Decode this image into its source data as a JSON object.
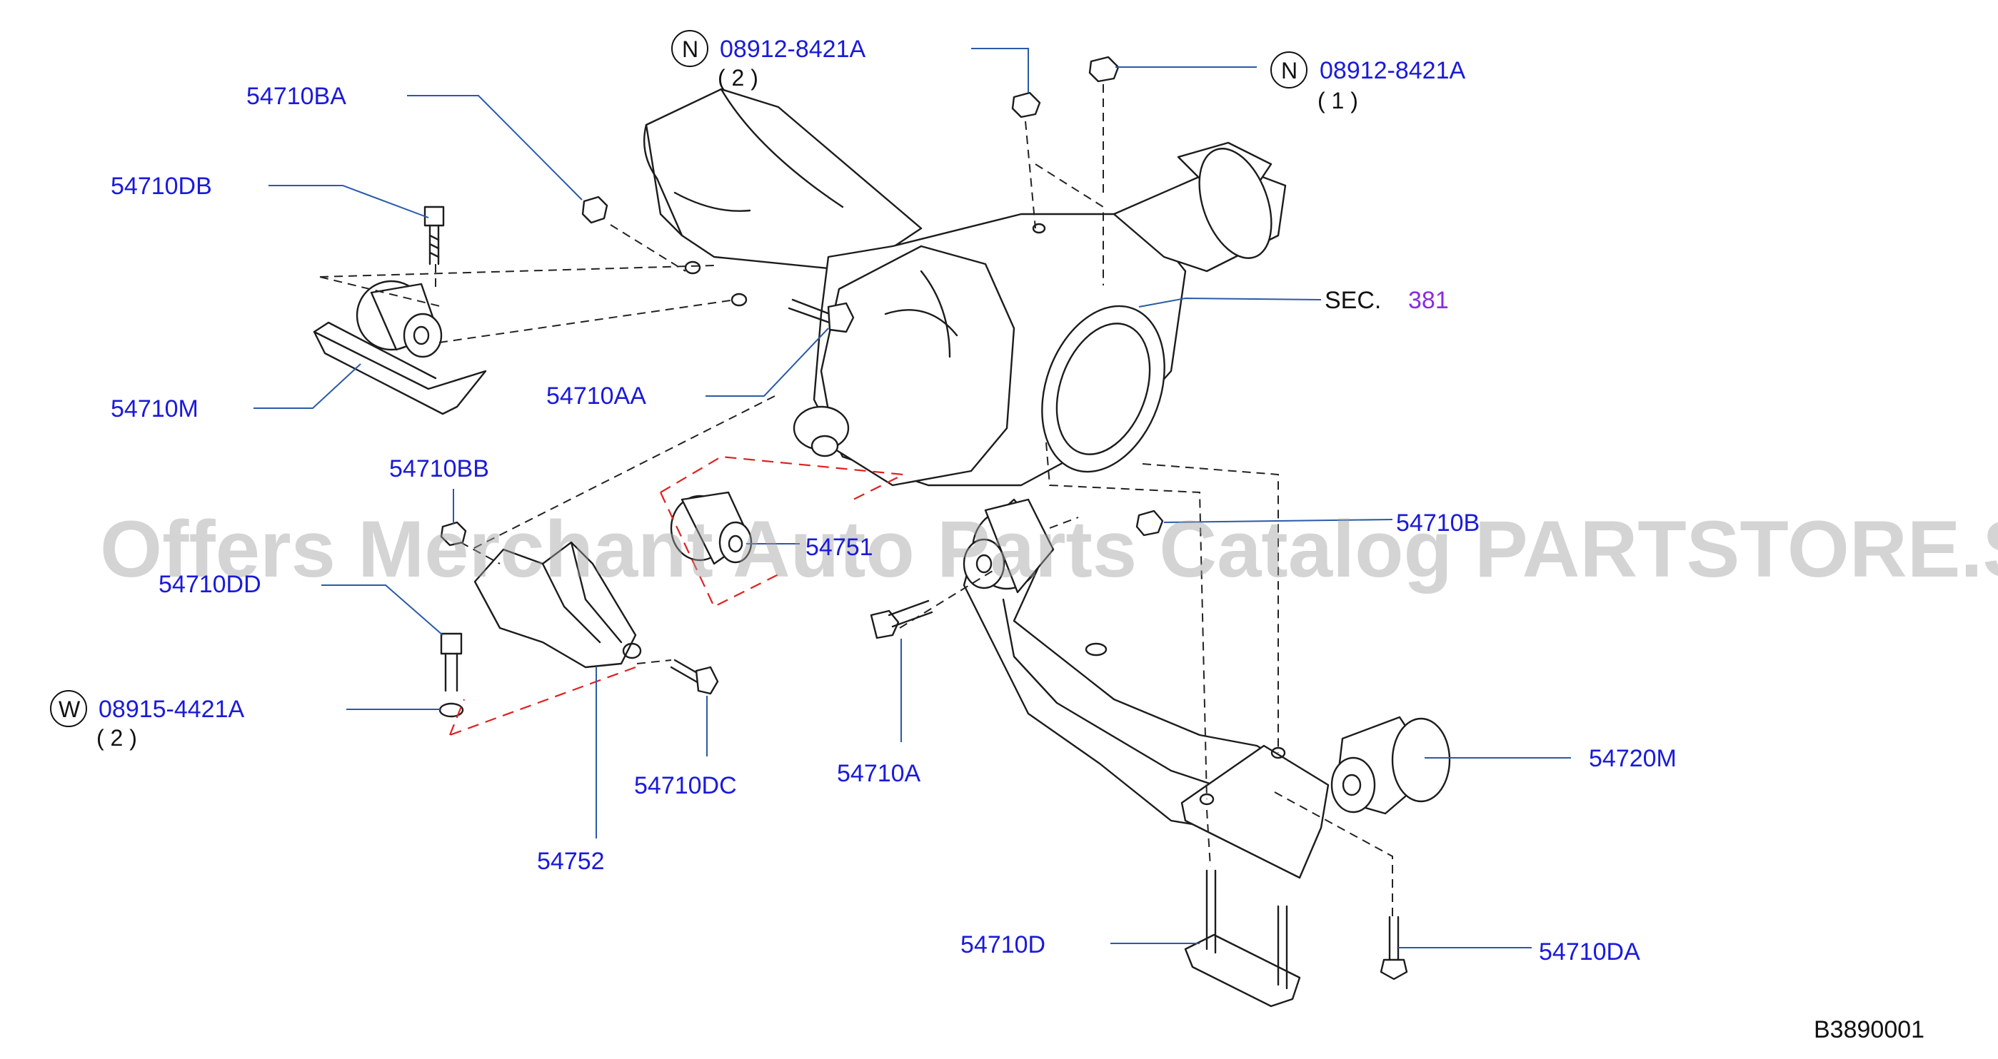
{
  "labels": {
    "p54710BA": "54710BA",
    "p54710DB": "54710DB",
    "p54710M": "54710M",
    "p54710AA": "54710AA",
    "p54710BB": "54710BB",
    "p54751": "54751",
    "p54710DD": "54710DD",
    "p54710DC": "54710DC",
    "p54752": "54752",
    "p54710A": "54710A",
    "p54710B": "54710B",
    "p54720M": "54720M",
    "p54710D": "54710D",
    "p54710DA": "54710DA"
  },
  "nut_top_left": {
    "symbol": "N",
    "part": "08912-8421A",
    "qty": "( 2 )"
  },
  "nut_top_right": {
    "symbol": "N",
    "part": "08912-8421A",
    "qty": "( 1 )"
  },
  "washer": {
    "symbol": "W",
    "part": "08915-4421A",
    "qty": "( 2 )"
  },
  "section_ref": {
    "prefix": "SEC.",
    "number": "381"
  },
  "diagram_code": "B3890001",
  "watermark": "Offers Merchant Auto Parts Catalog PARTSTORE.SA",
  "colors": {
    "label": "#1a1adb",
    "leader": "#2a5aa8",
    "section_number": "#8a2be2",
    "red_dash": "#e02020"
  }
}
